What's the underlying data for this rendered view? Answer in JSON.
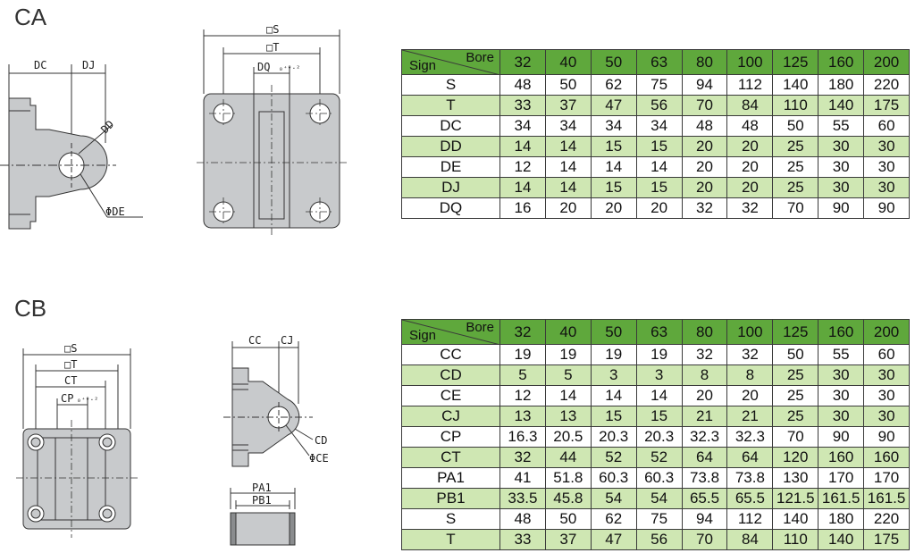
{
  "ca": {
    "label": "CA",
    "drawing": {
      "dc": "DC",
      "dj": "DJ",
      "dd": "DD",
      "de": "ΦDE",
      "s": "□S",
      "t": "□T",
      "dq": "DQ",
      "dq_tol": "₀⁺⁰·²"
    },
    "table": {
      "sign_label": "Sign",
      "bore_label": "Bore",
      "bores": [
        "32",
        "40",
        "50",
        "63",
        "80",
        "100",
        "125",
        "160",
        "200"
      ],
      "rows": [
        {
          "sign": "S",
          "values": [
            "48",
            "50",
            "62",
            "75",
            "94",
            "112",
            "140",
            "180",
            "220"
          ]
        },
        {
          "sign": "T",
          "values": [
            "33",
            "37",
            "47",
            "56",
            "70",
            "84",
            "110",
            "140",
            "175"
          ]
        },
        {
          "sign": "DC",
          "values": [
            "34",
            "34",
            "34",
            "34",
            "48",
            "48",
            "50",
            "55",
            "60"
          ]
        },
        {
          "sign": "DD",
          "values": [
            "14",
            "14",
            "15",
            "15",
            "20",
            "20",
            "25",
            "30",
            "30"
          ]
        },
        {
          "sign": "DE",
          "values": [
            "12",
            "14",
            "14",
            "14",
            "20",
            "20",
            "25",
            "30",
            "30"
          ]
        },
        {
          "sign": "DJ",
          "values": [
            "14",
            "14",
            "15",
            "15",
            "20",
            "20",
            "25",
            "30",
            "30"
          ]
        },
        {
          "sign": "DQ",
          "values": [
            "16",
            "20",
            "20",
            "20",
            "32",
            "32",
            "70",
            "90",
            "90"
          ]
        }
      ]
    }
  },
  "cb": {
    "label": "CB",
    "drawing": {
      "s": "□S",
      "t": "□T",
      "ct": "CT",
      "cp": "CP",
      "cp_tol": "₀⁺⁰·²",
      "cc": "CC",
      "cj": "CJ",
      "cd": "CD",
      "ce": "ΦCE",
      "pa1": "PA1",
      "pb1": "PB1"
    },
    "table": {
      "sign_label": "Sign",
      "bore_label": "Bore",
      "bores": [
        "32",
        "40",
        "50",
        "63",
        "80",
        "100",
        "125",
        "160",
        "200"
      ],
      "rows": [
        {
          "sign": "CC",
          "values": [
            "19",
            "19",
            "19",
            "19",
            "32",
            "32",
            "50",
            "55",
            "60"
          ]
        },
        {
          "sign": "CD",
          "values": [
            "5",
            "5",
            "3",
            "3",
            "8",
            "8",
            "25",
            "30",
            "30"
          ]
        },
        {
          "sign": "CE",
          "values": [
            "12",
            "14",
            "14",
            "14",
            "20",
            "20",
            "25",
            "30",
            "30"
          ]
        },
        {
          "sign": "CJ",
          "values": [
            "13",
            "13",
            "15",
            "15",
            "21",
            "21",
            "25",
            "30",
            "30"
          ]
        },
        {
          "sign": "CP",
          "values": [
            "16.3",
            "20.5",
            "20.3",
            "20.3",
            "32.3",
            "32.3",
            "70",
            "90",
            "90"
          ]
        },
        {
          "sign": "CT",
          "values": [
            "32",
            "44",
            "52",
            "52",
            "64",
            "64",
            "120",
            "160",
            "160"
          ]
        },
        {
          "sign": "PA1",
          "values": [
            "41",
            "51.8",
            "60.3",
            "60.3",
            "73.8",
            "73.8",
            "130",
            "170",
            "170"
          ]
        },
        {
          "sign": "PB1",
          "values": [
            "33.5",
            "45.8",
            "54",
            "54",
            "65.5",
            "65.5",
            "121.5",
            "161.5",
            "161.5"
          ]
        },
        {
          "sign": "S",
          "values": [
            "48",
            "50",
            "62",
            "75",
            "94",
            "112",
            "140",
            "180",
            "220"
          ]
        },
        {
          "sign": "T",
          "values": [
            "33",
            "37",
            "47",
            "56",
            "70",
            "84",
            "110",
            "140",
            "175"
          ]
        }
      ]
    }
  },
  "colors": {
    "header_green": "#5fa83c",
    "row_green": "#cfe7b3",
    "part_gray": "#c8cacc"
  }
}
